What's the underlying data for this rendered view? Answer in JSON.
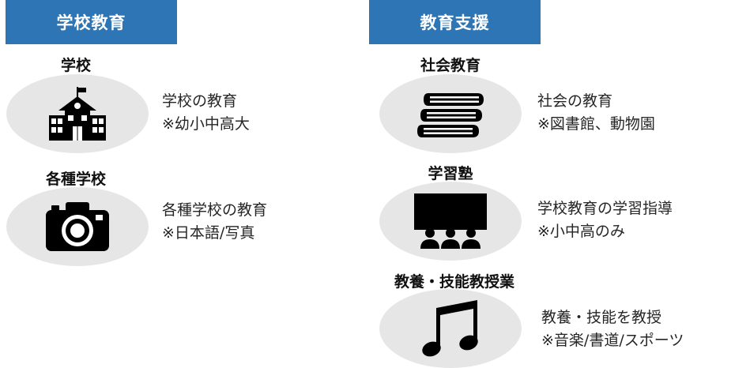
{
  "colors": {
    "header_bg": "#2e75b6",
    "header_text": "#ffffff",
    "ellipse_bg": "#e6e6e6",
    "icon": "#000000"
  },
  "left": {
    "header": "学校教育",
    "items": [
      {
        "title": "学校",
        "icon": "school-building-icon",
        "line1": "学校の教育",
        "line2": "※幼小中高大"
      },
      {
        "title": "各種学校",
        "icon": "camera-icon",
        "line1": "各種学校の教育",
        "line2": "※日本語/写真"
      }
    ]
  },
  "right": {
    "header": "教育支援",
    "items": [
      {
        "title": "社会教育",
        "icon": "books-icon",
        "line1": "社会の教育",
        "line2": "※図書館、動物園"
      },
      {
        "title": "学習塾",
        "icon": "classroom-screen-icon",
        "line1": "学校教育の学習指導",
        "line2": "※小中高のみ"
      },
      {
        "title": "教養・技能教授業",
        "icon": "music-note-icon",
        "line1": "教養・技能を教授",
        "line2": "※音楽/書道/スポーツ"
      }
    ]
  }
}
